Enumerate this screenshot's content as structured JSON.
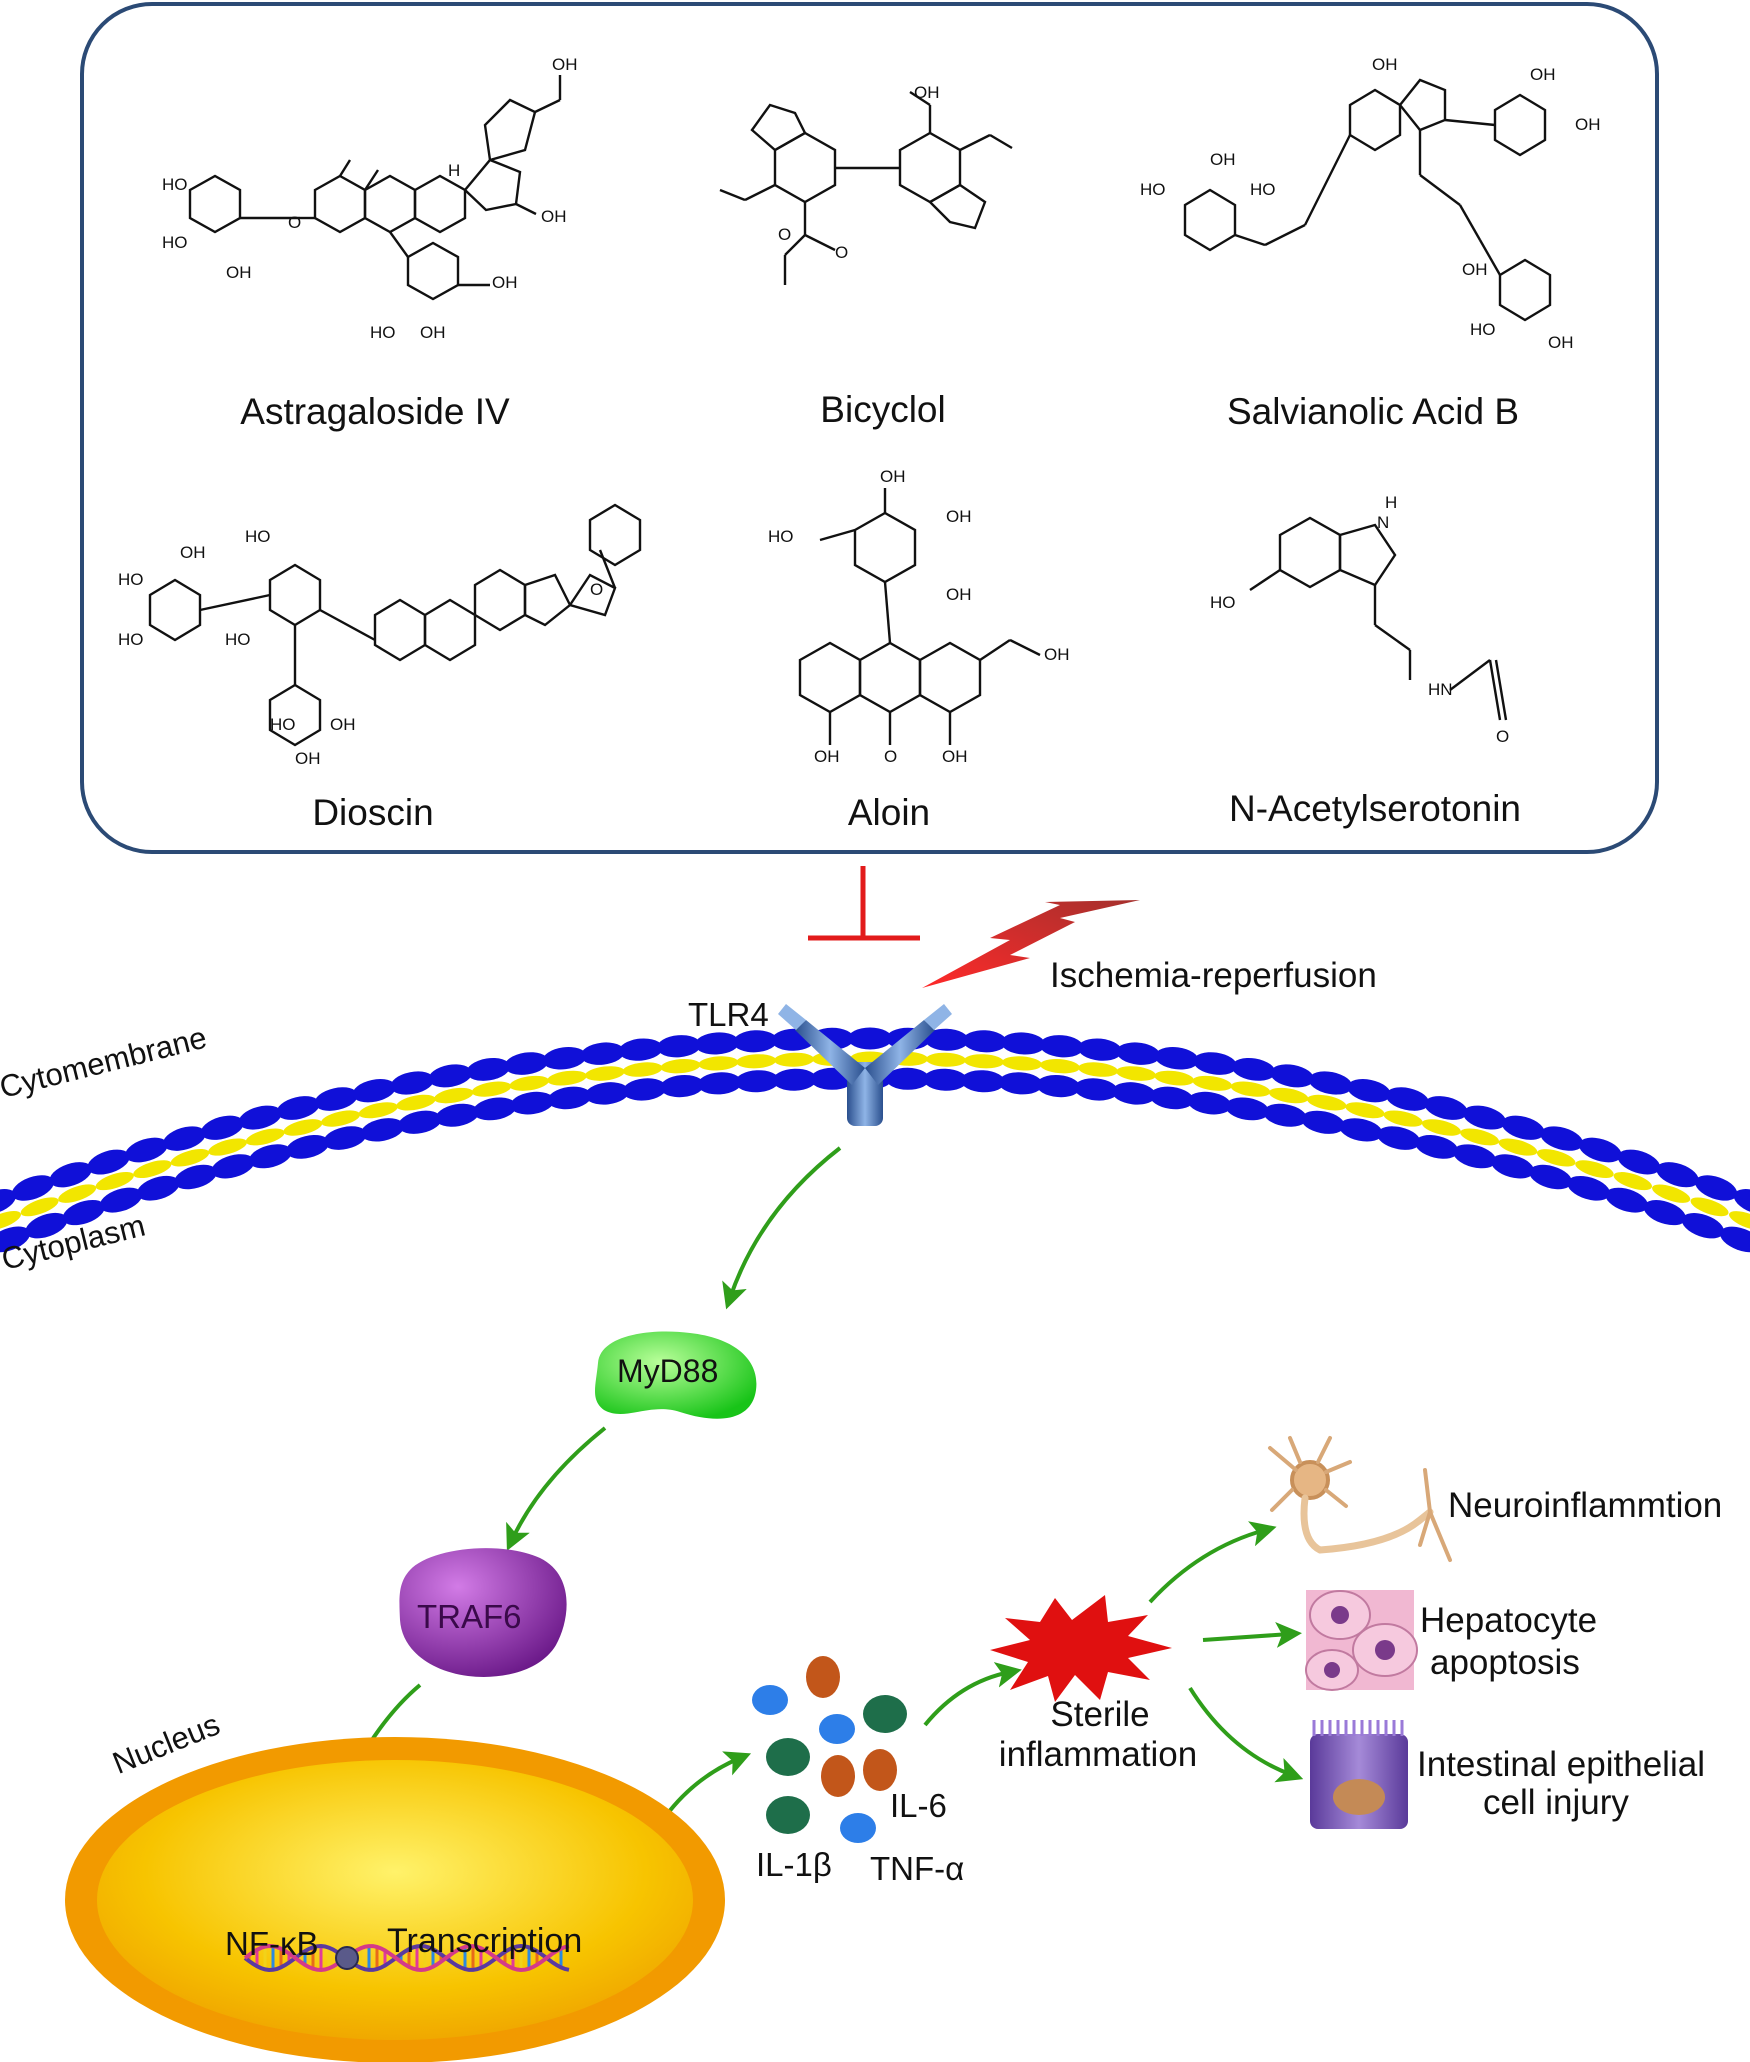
{
  "compounds": [
    {
      "name": "Astragaloside IV"
    },
    {
      "name": "Bicyclol"
    },
    {
      "name": "Salvianolic Acid B"
    },
    {
      "name": "Dioscin"
    },
    {
      "name": "Aloin"
    },
    {
      "name": "N-Acetylserotonin"
    }
  ],
  "atom_labels": {
    "oh": "OH",
    "ho": "HO",
    "h": "H",
    "o": "O",
    "nh": "H",
    "n": "N",
    "hn": "HN"
  },
  "pathway": {
    "stimulus": "Ischemia-reperfusion",
    "receptor": "TLR4",
    "membrane_outer": "Cytomembrane",
    "membrane_inner": "Cytoplasm",
    "adaptor": "MyD88",
    "kinase": "TRAF6",
    "nucleus": "Nucleus",
    "factor": "NF-κB",
    "process": "Transcription",
    "cytokines": {
      "il6": "IL-6",
      "il1b": "IL-1β",
      "tnfa": "TNF-α"
    },
    "event_line1": "Sterile",
    "event_line2": "inflammation",
    "outcomes": {
      "neuro": "Neuroinflammtion",
      "hep_line1": "Hepatocyte",
      "hep_line2": "apoptosis",
      "int_line1": "Intestinal epithelial",
      "int_line2": "cell injury"
    }
  },
  "colors": {
    "panel_border": "#2b4a75",
    "inhibit": "#e21b1b",
    "activation_arrow": "#2f9e1a",
    "membrane_head": "#1010d8",
    "membrane_tail": "#f2e600",
    "receptor": "#4f7fc0",
    "myd88": "#33dd33",
    "traf6": "#9b2bb8",
    "nucleus_outer": "#f29a00",
    "nucleus_inner": "#f6c000",
    "sterile_burst": "#e01010"
  }
}
